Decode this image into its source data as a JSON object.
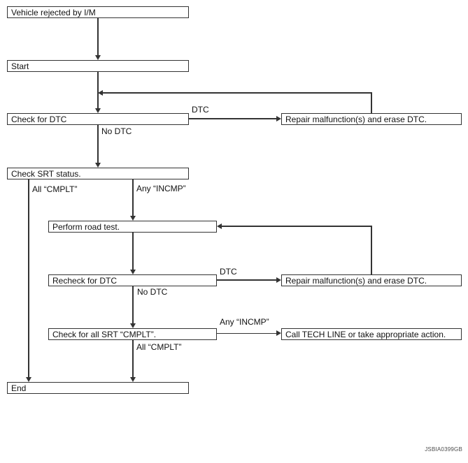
{
  "figure": {
    "code": "JSBIA0399GB"
  },
  "colors": {
    "line": "#333333",
    "text": "#111111",
    "background": "#ffffff"
  },
  "nodes": {
    "vehicle_rejected": "Vehicle rejected by I/M",
    "start": "Start",
    "check_dtc": "Check for DTC",
    "repair_1": "Repair malfunction(s) and erase DTC.",
    "check_srt": "Check SRT status.",
    "road_test": "Perform road test.",
    "recheck_dtc": "Recheck for DTC",
    "repair_2": "Repair malfunction(s) and erase DTC.",
    "check_all_srt": "Check for all SRT “CMPLT”.",
    "call_tech_line": "Call TECH LINE or take appropriate action.",
    "end": "End"
  },
  "edge_labels": {
    "dtc_1": "DTC",
    "no_dtc_1": "No DTC",
    "all_cmplt_branch": "All “CMPLT”",
    "any_incmp_branch": "Any “INCMP”",
    "dtc_2": "DTC",
    "no_dtc_2": "No DTC",
    "any_incmp_2": "Any “INCMP”",
    "all_cmplt_2": "All “CMPLT”"
  }
}
